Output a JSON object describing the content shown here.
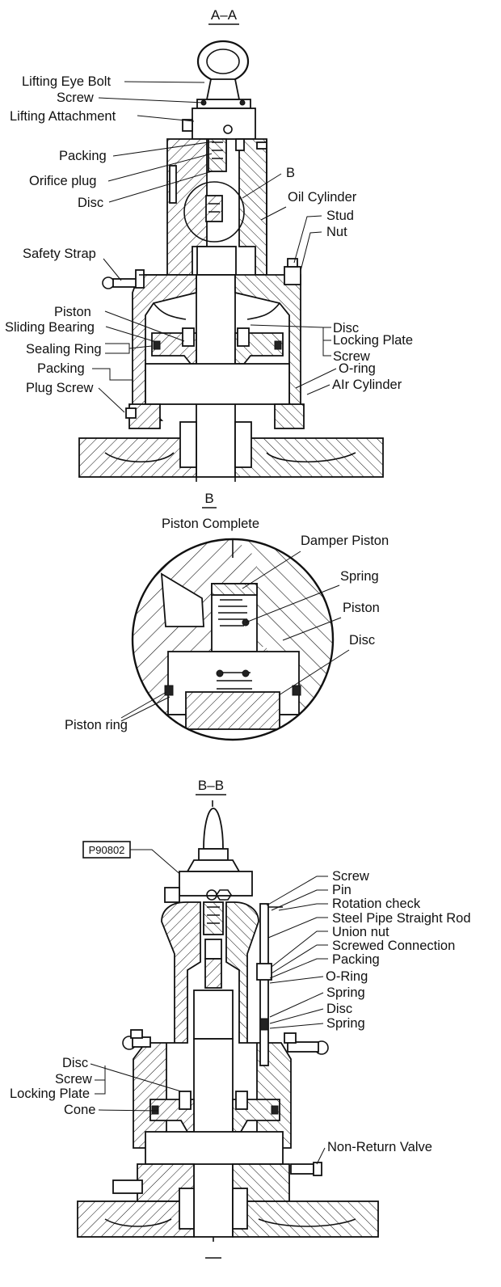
{
  "section_aa": {
    "title": "A–A",
    "labels": {
      "lifting_eye_bolt": "Lifting Eye Bolt",
      "screw_top": "Screw",
      "lifting_attachment": "Lifting Attachment",
      "packing_top": "Packing",
      "orifice_plug": "Orifice plug",
      "disc_top": "Disc",
      "detail_b_ref": "B",
      "oil_cylinder": "Oil Cylinder",
      "stud": "Stud",
      "nut": "Nut",
      "safety_strap": "Safety Strap",
      "piston": "Piston",
      "sliding_bearing": "Sliding Bearing",
      "sealing_ring": "Sealing Ring",
      "packing_low": "Packing",
      "plug_screw": "Plug Screw",
      "disc_right": "Disc",
      "locking_plate": "Locking Plate",
      "screw_right": "Screw",
      "o_ring": "O-ring",
      "air_cylinder": "AIr Cylinder"
    }
  },
  "detail_b": {
    "title": "B",
    "subtitle": "Piston Complete",
    "labels": {
      "damper_piston": "Damper Piston",
      "spring": "Spring",
      "piston": "Piston",
      "disc": "Disc",
      "piston_ring": "Piston ring"
    }
  },
  "section_bb": {
    "title": "B–B",
    "part_number": "P90802",
    "labels": {
      "screw": "Screw",
      "pin": "Pin",
      "rotation_check": "Rotation check",
      "steel_pipe": "Steel Pipe Straight Rod",
      "union_nut": "Union nut",
      "screwed_connection": "Screwed Connection",
      "packing": "Packing",
      "o_ring": "O-Ring",
      "spring_1": "Spring",
      "disc_right": "Disc",
      "spring_2": "Spring",
      "disc_left": "Disc",
      "screw_left": "Screw",
      "locking_plate": "Locking Plate",
      "cone": "Cone",
      "non_return_valve": "Non-Return Valve"
    }
  },
  "colors": {
    "ink": "#111111",
    "background": "#ffffff"
  }
}
